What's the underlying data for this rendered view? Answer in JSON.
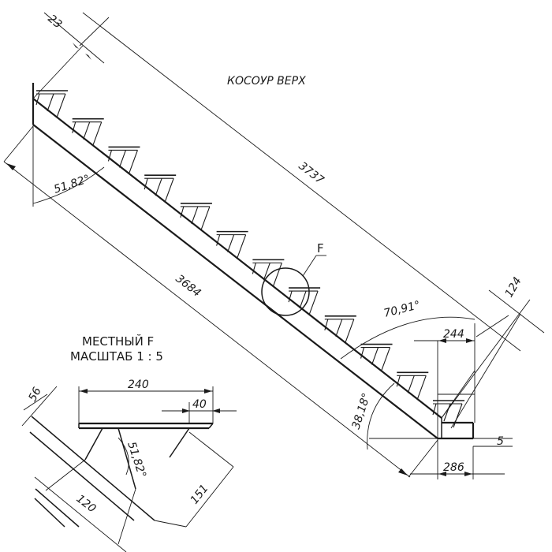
{
  "title": "КОСОУР ВЕРХ",
  "detail_callout": "F",
  "detail_title": "МЕСТНЫЙ F",
  "detail_scale": "МАСШТАБ 1 : 5",
  "dimensions": {
    "top_offset": "23",
    "overall_length": "3737",
    "stringer_length": "3684",
    "top_angle": "51,82°",
    "bottom_angle": "38,18°",
    "end_angle": "70,91°",
    "end_offset": "124",
    "step_depth_end": "244",
    "end_height": "5",
    "base_length": "286"
  },
  "detail_dimensions": {
    "tread_width": "240",
    "tread_overhang": "40",
    "tread_thickness": "56",
    "bracket_angle": "51,82°",
    "bracket_spacing": "120",
    "bracket_height": "151"
  },
  "steps": {
    "count": 12
  }
}
